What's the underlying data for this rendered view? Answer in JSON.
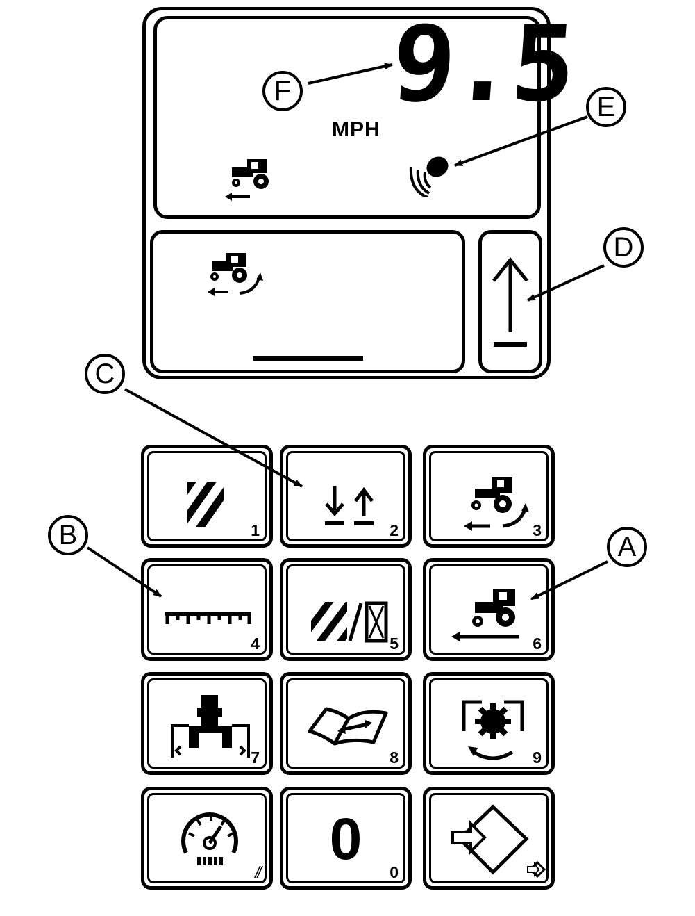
{
  "display": {
    "speed_value": "9.5",
    "speed_unit": "MPH"
  },
  "callouts": [
    "A",
    "B",
    "C",
    "D",
    "E",
    "F"
  ],
  "keypad": {
    "keys": [
      {
        "icon": "area-hatch-icon",
        "number": "1"
      },
      {
        "icon": "raise-lower-icon",
        "number": "2"
      },
      {
        "icon": "tractor-wheel-slip-icon",
        "number": "3"
      },
      {
        "icon": "ruler-icon",
        "number": "4"
      },
      {
        "icon": "area-per-hour-icon",
        "number": "5"
      },
      {
        "icon": "tractor-ground-speed-icon",
        "number": "6"
      },
      {
        "icon": "implement-width-icon",
        "number": "7"
      },
      {
        "icon": "operator-manual-icon",
        "number": "8"
      },
      {
        "icon": "engine-speed-cycle-icon",
        "number": "9"
      },
      {
        "icon": "speedometer-icon",
        "number": "//"
      },
      {
        "icon": "zero-key",
        "label": "0",
        "number": "0"
      },
      {
        "icon": "enter-icon",
        "number": ""
      }
    ]
  }
}
